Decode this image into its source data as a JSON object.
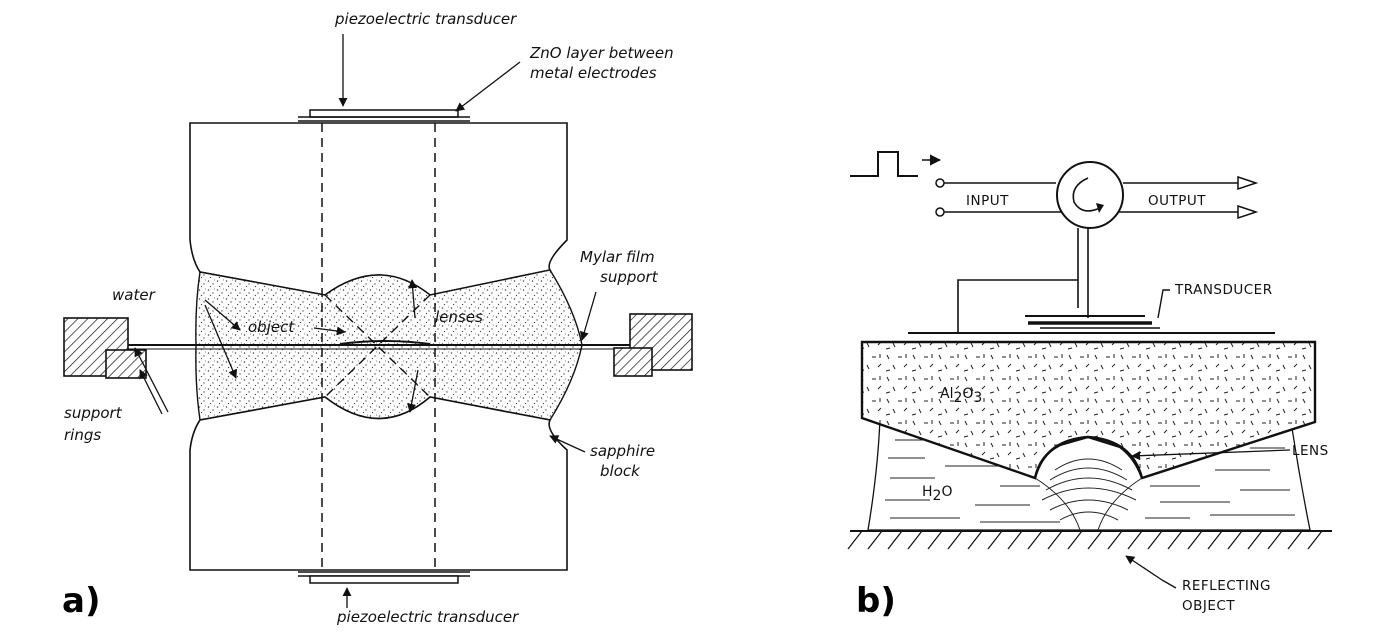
{
  "panel_a": {
    "label": "a)",
    "top_transducer": "piezoelectric transducer",
    "zno_line1": "ZnO layer between",
    "zno_line2": "metal electrodes",
    "mylar_line1": "Mylar film",
    "mylar_line2": "support",
    "water": "water",
    "lenses": "lenses",
    "object": "object",
    "support_line1": "support",
    "support_line2": "rings",
    "sapphire_line1": "sapphire",
    "sapphire_line2": "block",
    "bottom_transducer": "piezoelectric transducer"
  },
  "panel_b": {
    "label": "b)",
    "input": "INPUT",
    "output": "OUTPUT",
    "transducer": "TRANSDUCER",
    "al_main": "Al",
    "al_sub1": "2",
    "al_o": "O",
    "al_sub2": "3",
    "h_main": "H",
    "h_sub": "2",
    "h_o": "O",
    "lens": "LENS",
    "reflecting_line1": "REFLECTING",
    "reflecting_line2": "OBJECT"
  }
}
